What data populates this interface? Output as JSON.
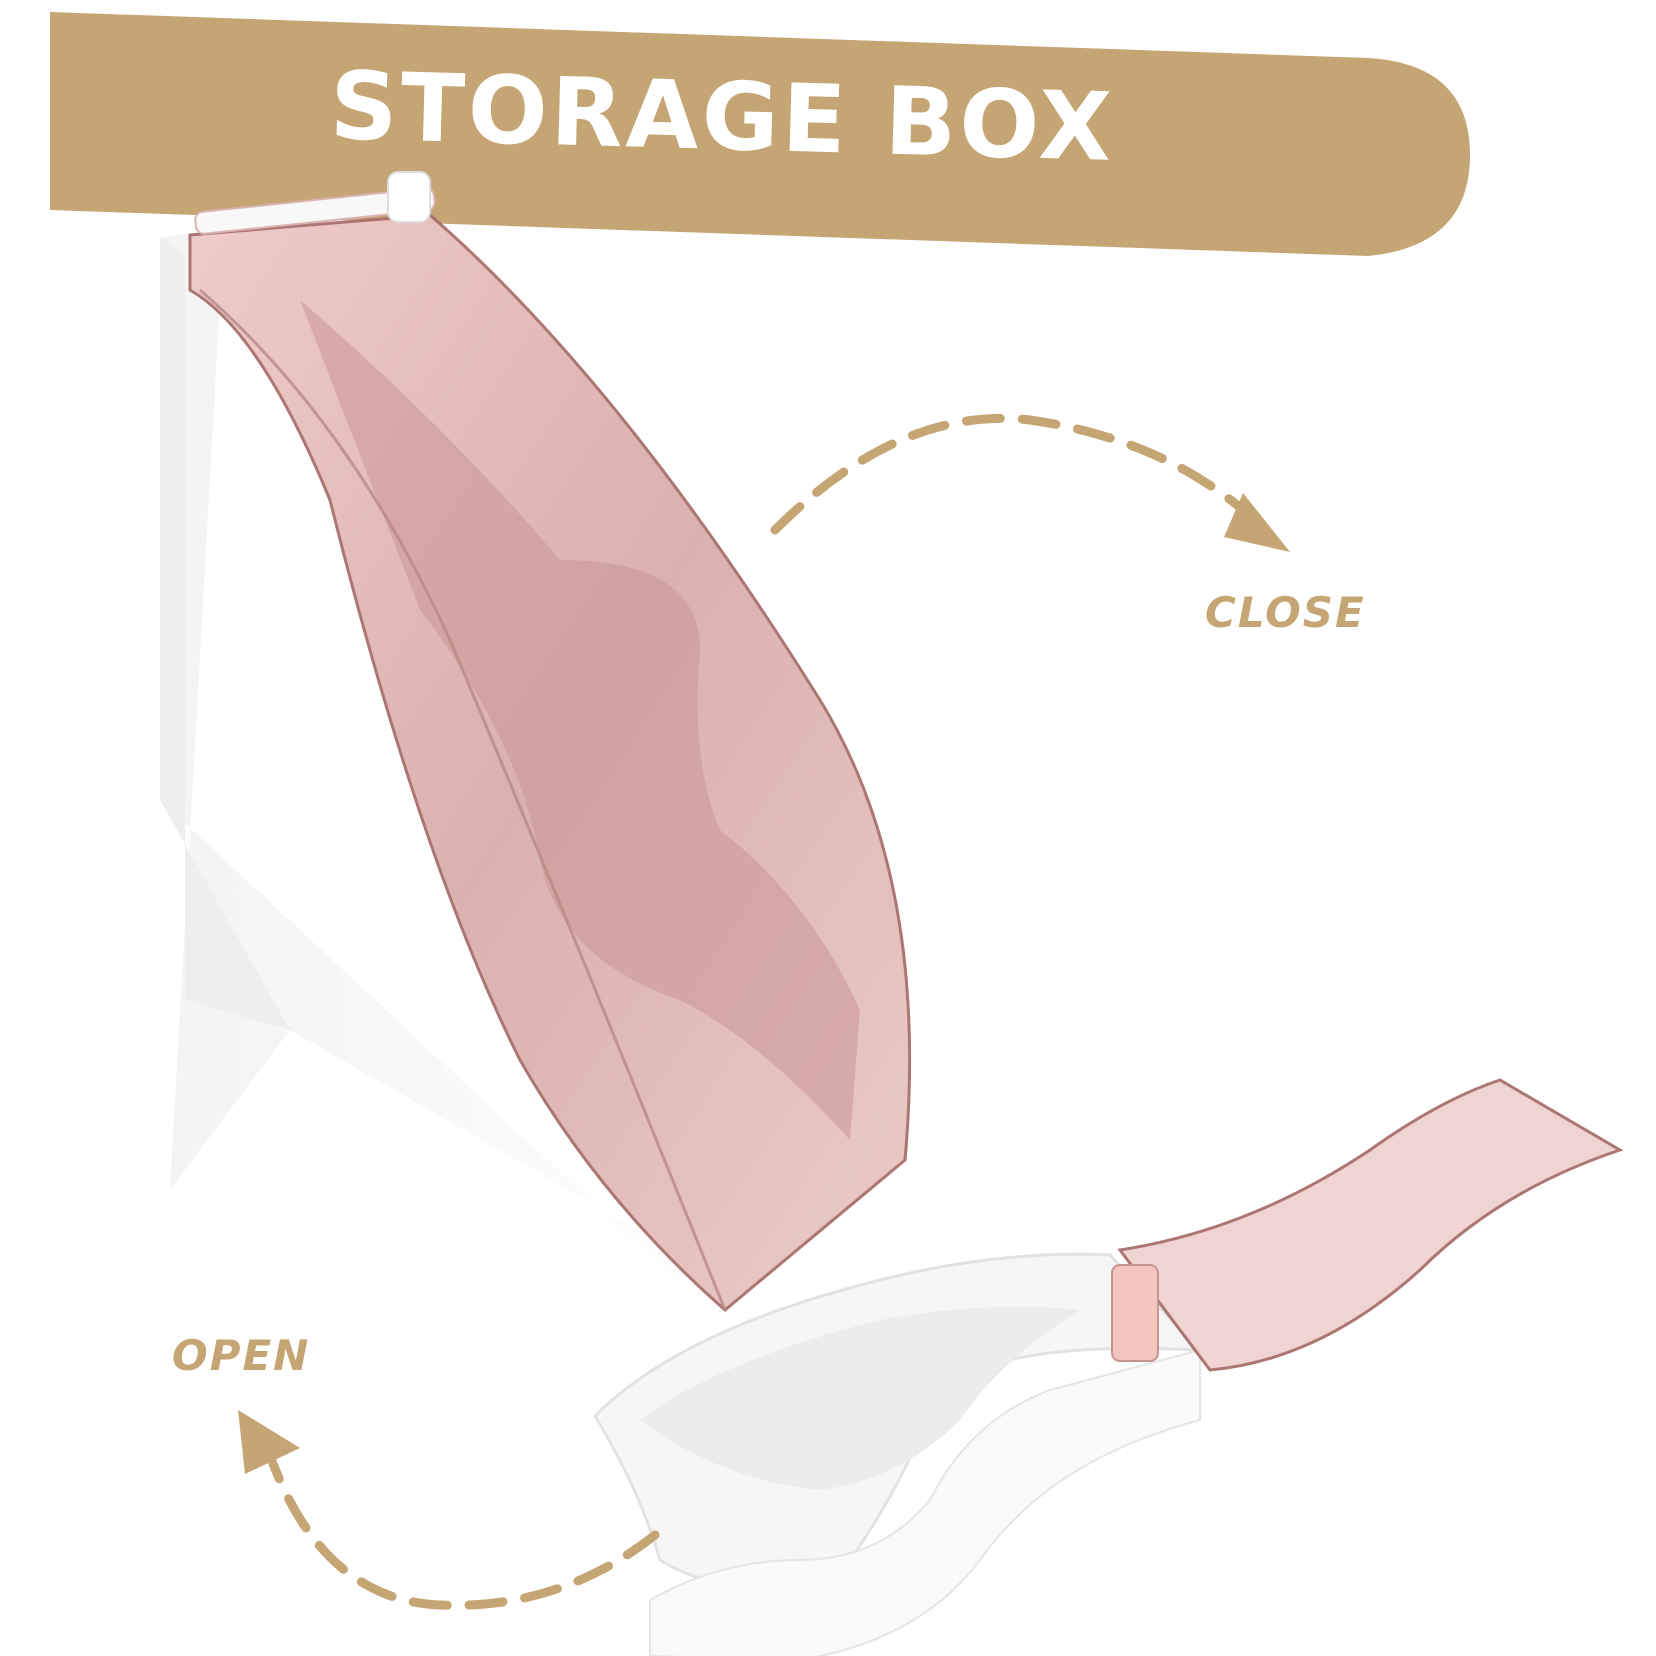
{
  "banner": {
    "title": "STORAGE BOX"
  },
  "labels": {
    "close": "CLOSE",
    "open": "OPEN"
  },
  "colors": {
    "accent": "#c5a574",
    "banner_text": "#ffffff",
    "box_white": "#f7f7f7",
    "lid_pink": "#e9c4c2",
    "lid_edge": "#a86f6c"
  },
  "icons": {
    "close_arrow": "dashed-arrow-right",
    "open_arrow": "dashed-arrow-left"
  }
}
